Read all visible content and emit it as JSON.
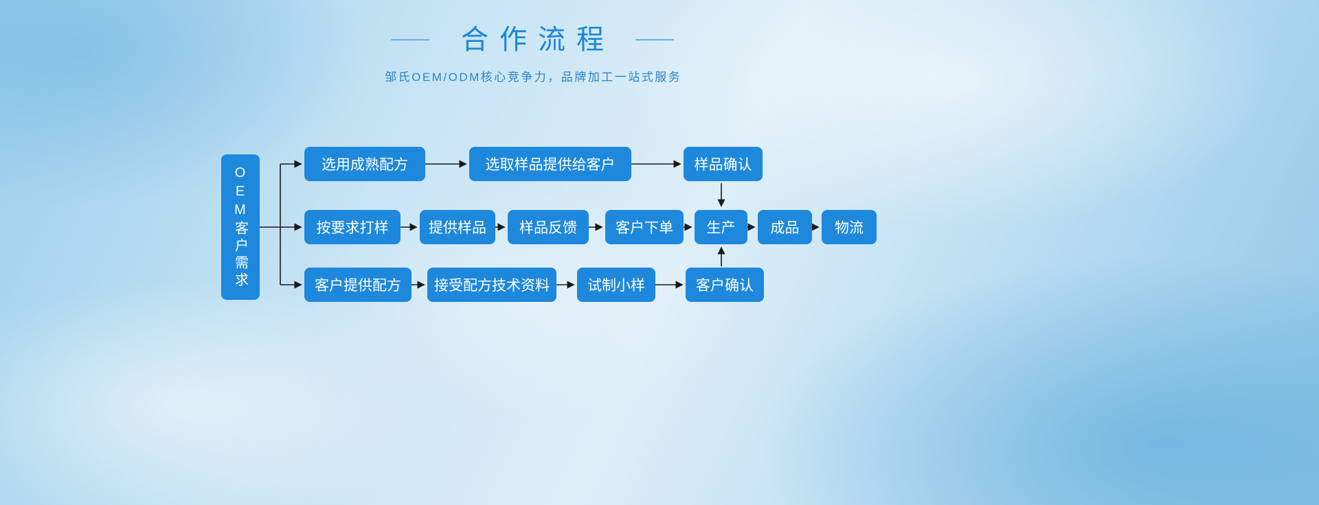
{
  "header": {
    "title": "合作流程",
    "subtitle": "邹氏OEM/ODM核心竞争力，品牌加工一站式服务"
  },
  "flow": {
    "source": "OEM客户需求",
    "top": [
      "选用成熟配方",
      "选取样品提供给客户",
      "样品确认"
    ],
    "middle": [
      "按要求打样",
      "提供样品",
      "样品反馈",
      "客户下单",
      "生产",
      "成品",
      "物流"
    ],
    "bottom": [
      "客户提供配方",
      "接受配方技术资料",
      "试制小样",
      "客户确认"
    ]
  },
  "colors": {
    "box_blue": "#1e88dc",
    "title_blue": "#1a87d8",
    "subtitle_blue": "#2e86c6",
    "dash_blue": "#63b1e2",
    "arrow_black": "#1a1a1a"
  }
}
